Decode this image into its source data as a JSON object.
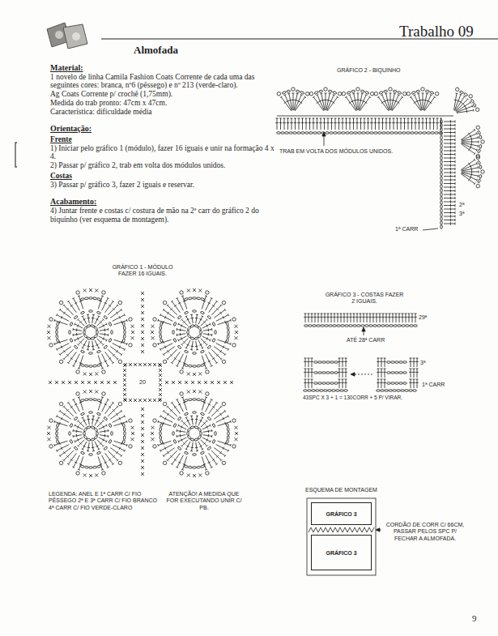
{
  "diagram": {
    "title": "Almofada",
    "nodes": [
      {
        "text": [
          "GRÁFICO 3"
        ]
      },
      {
        "text": [
          "GRÁFICO 3"
        ]
      }
    ],
    "labels": [
      "Trabalho 09",
      "Material:",
      "1 novelo de linha Camila Fashion Coats Corrente de cada uma das seguintes cores: branca, nº6 (pêssego) e nº 213 (verde-claro).",
      "Ag Coats Corrente p/ crochê (1,75mm).",
      "Medida do trab pronto: 47cm x 47cm.",
      "Característica: dificuldade média",
      "Orientação:",
      "Frente",
      "1) Iniciar pelo gráfico 1 (módulo), fazer 16 iguais e unir na formação 4 x 4.",
      "2) Passar p/ gráfico 2, trab em volta dos módulos unidos.",
      "Costas",
      "3) Passar p/ gráfico 3, fazer 2 iguais e reservar.",
      "Acabamento:",
      "4) Juntar frente e costas c/ costura de mão na 2ª carr do gráfico 2 do biquinho (ver esquema de montagem).",
      "GRÁFICO 2 - BIQUINHO",
      "TRAB EM VOLTA DOS MÓDULOS UNIDOS.",
      "3ª",
      "2ª",
      "1ª CARR",
      "GRÁFICO 1 - MÓDULO FAZER 16 IGUAIS.",
      "20",
      "LEGENDA: ANEL E 1ª CARR C/ FIO PÊSSEGO 2ª E 3ª CARR C/ FIO BRANCO 4ª CARR C/ FIO VERDE-CLARO",
      "ATENÇÃO! A MEDIDA QUE FOR EXECUTANDO UNIR C/ PB.",
      "GRÁFICO 3 - COSTAS FAZER 2 IGUAIS.",
      "29ª",
      "ATÉ 28ª CARR",
      "3ª",
      "1ª CARR",
      "43SPC X 3 + 1 = 130CORR + 5 P/ VIRAR.",
      "ESQUEMA DE MONTAGEM",
      "CORDÃO DE CORR C/ 66CM, PASSAR PELOS SPC P/ FECHAR A ALMOFADA.",
      "9"
    ]
  }
}
